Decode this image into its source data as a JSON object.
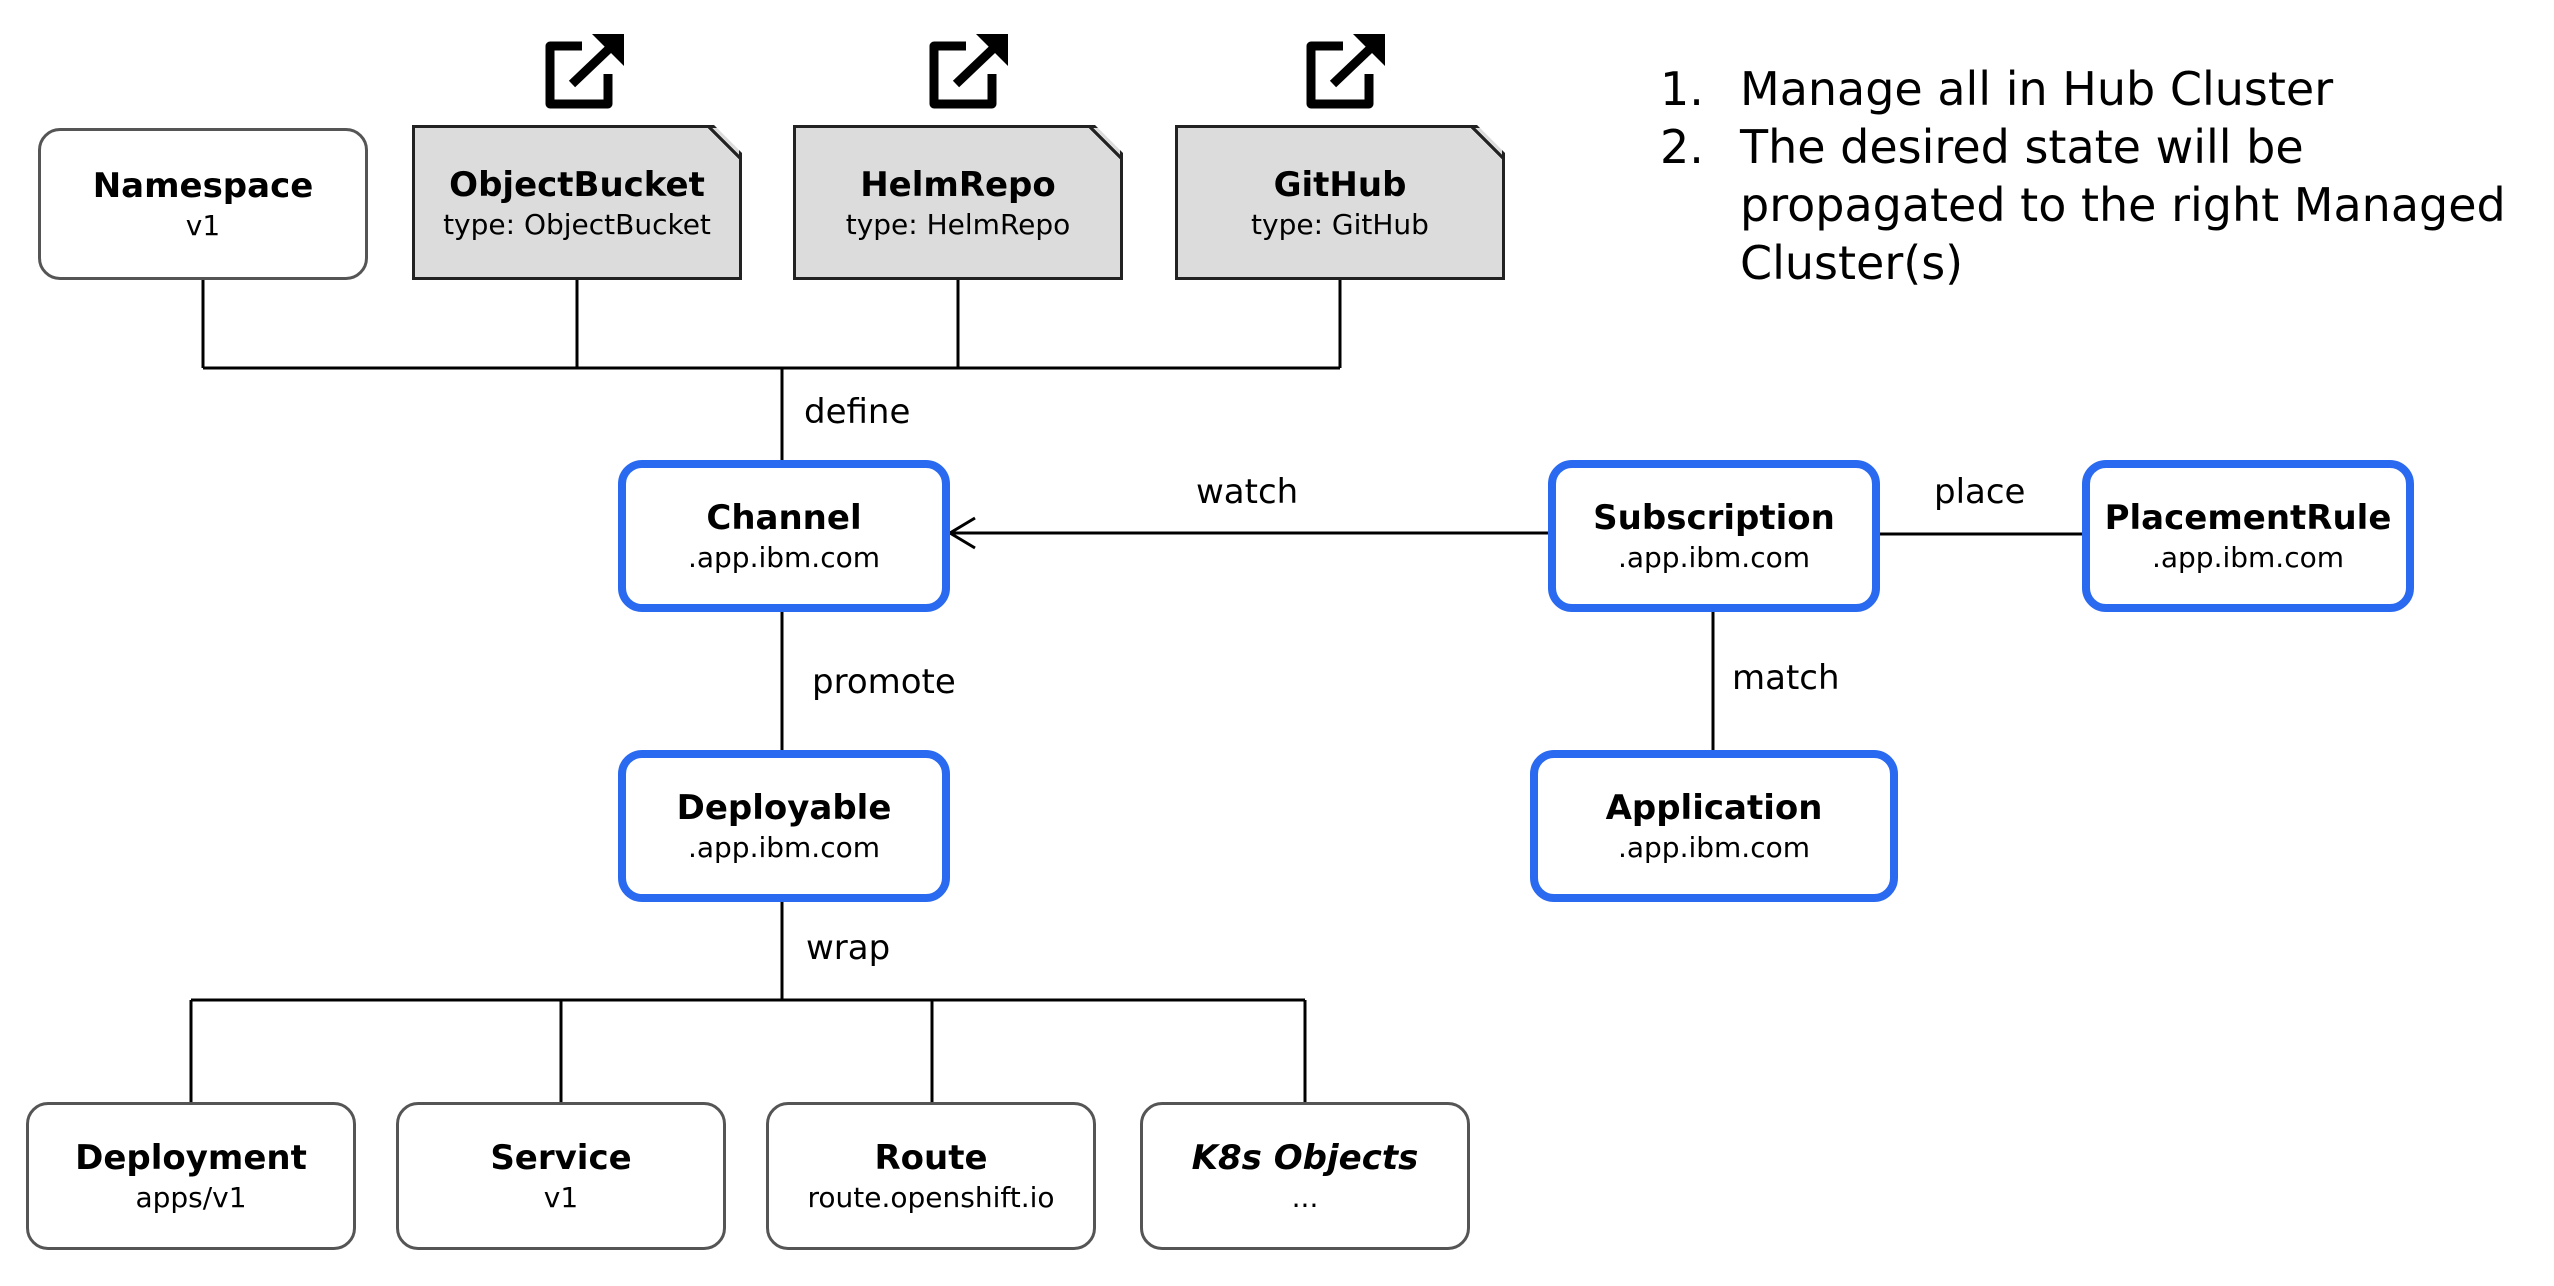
{
  "notes": [
    {
      "num": "1.",
      "text": "Manage all in Hub Cluster"
    },
    {
      "num": "2.",
      "text": "The desired state will be propagated to the right Managed Cluster(s)"
    }
  ],
  "nodes": {
    "namespace": {
      "title": "Namespace",
      "sub": "v1"
    },
    "objectbucket": {
      "title": "ObjectBucket",
      "sub": "type: ObjectBucket"
    },
    "helmrepo": {
      "title": "HelmRepo",
      "sub": "type: HelmRepo"
    },
    "github": {
      "title": "GitHub",
      "sub": "type: GitHub"
    },
    "channel": {
      "title": "Channel",
      "sub": ".app.ibm.com"
    },
    "subscription": {
      "title": "Subscription",
      "sub": ".app.ibm.com"
    },
    "placementrule": {
      "title": "PlacementRule",
      "sub": ".app.ibm.com"
    },
    "deployable": {
      "title": "Deployable",
      "sub": ".app.ibm.com"
    },
    "application": {
      "title": "Application",
      "sub": ".app.ibm.com"
    },
    "deployment": {
      "title": "Deployment",
      "sub": "apps/v1"
    },
    "service": {
      "title": "Service",
      "sub": "v1"
    },
    "route": {
      "title": "Route",
      "sub": "route.openshift.io"
    },
    "k8sobjects": {
      "title": "K8s Objects",
      "sub": "..."
    }
  },
  "relations": {
    "define": "define",
    "watch": "watch",
    "place": "place",
    "promote": "promote",
    "match": "match",
    "wrap": "wrap"
  },
  "icons": {
    "external_link": "external-link-icon"
  },
  "colors": {
    "app_border": "#2a6af0",
    "source_fill": "#dcdcdc",
    "plain_border": "#555555"
  }
}
